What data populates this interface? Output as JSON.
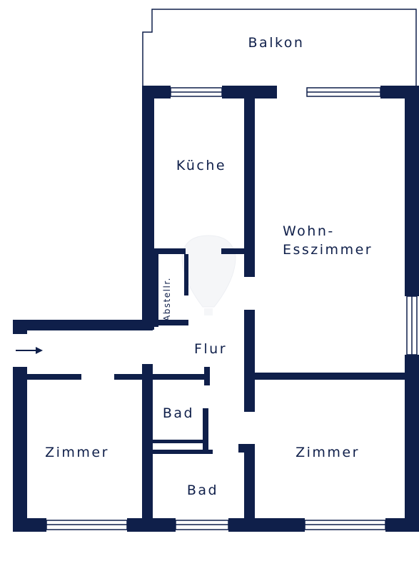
{
  "colors": {
    "wall": "#0f1f4a",
    "background": "#ffffff",
    "watermark": "#e8e9ee"
  },
  "rooms": {
    "balkon": "Balkon",
    "kueche": "Küche",
    "wohn_line1": "Wohn-",
    "wohn_line2": "Esszimmer",
    "abstell": "Abstellr.",
    "flur": "Flur",
    "bad_upper": "Bad",
    "bad_lower": "Bad",
    "zimmer_left": "Zimmer",
    "zimmer_right": "Zimmer"
  },
  "icons": {
    "entrance": "arrow-right-icon",
    "watermark": "remax-balloon-logo"
  }
}
